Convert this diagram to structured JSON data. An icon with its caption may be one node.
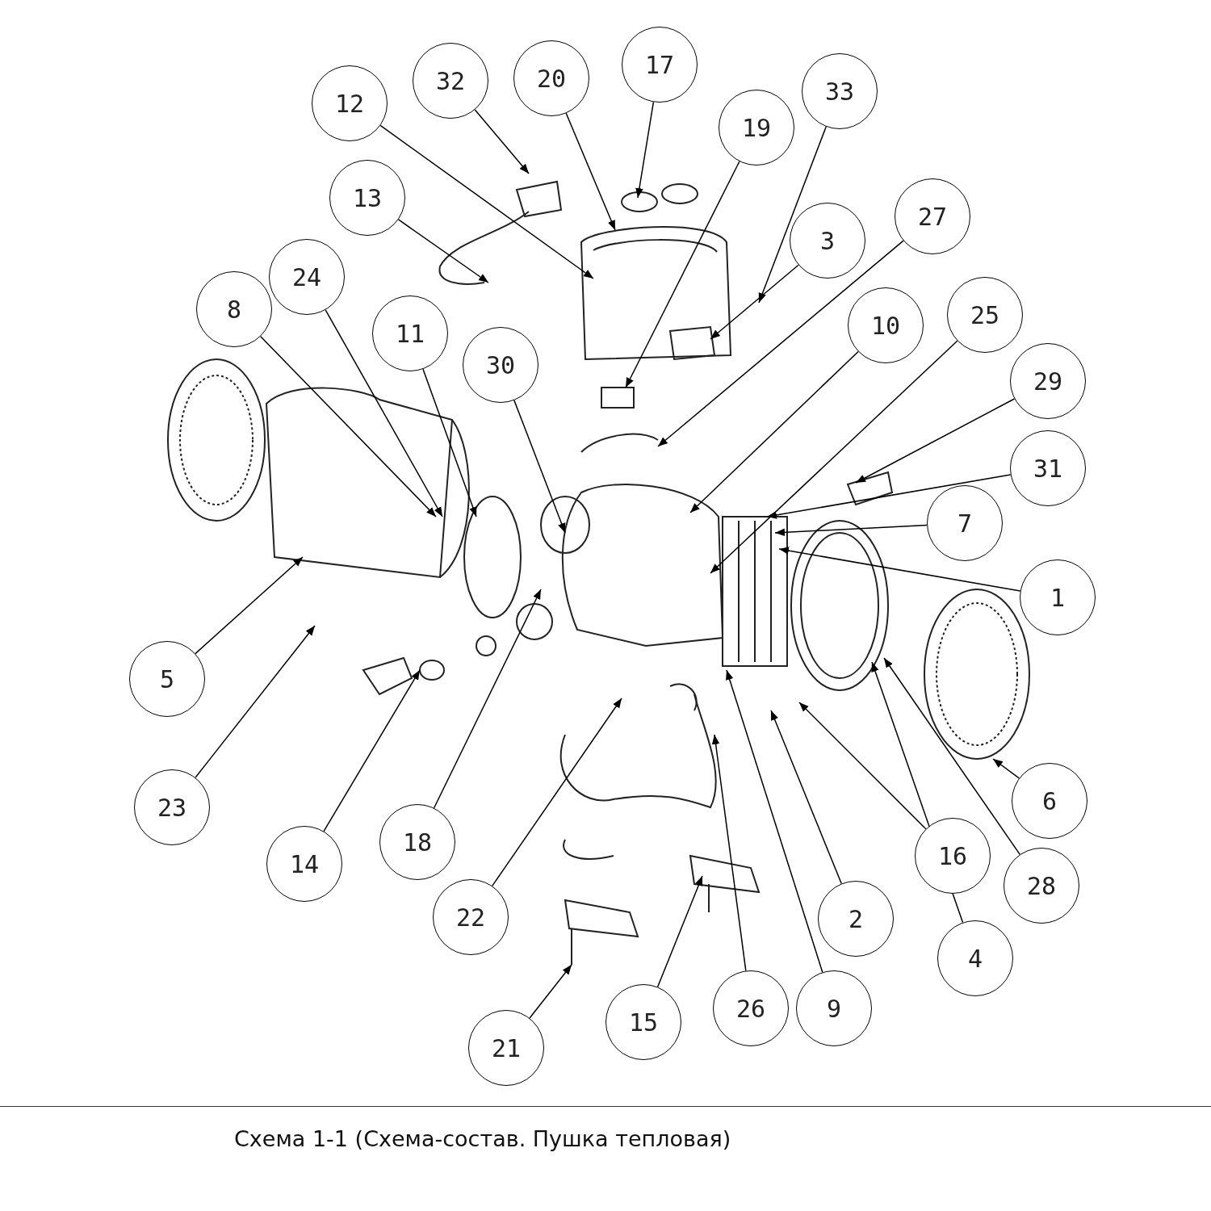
{
  "diagram": {
    "caption": "Схема 1-1 (Схема-состав. Пушка тепловая)",
    "nodes": [
      {
        "text": [
          "17"
        ]
      },
      {
        "text": [
          "20"
        ]
      },
      {
        "text": [
          "32"
        ]
      },
      {
        "text": [
          "33"
        ]
      },
      {
        "text": [
          "12"
        ]
      },
      {
        "text": [
          "19"
        ]
      },
      {
        "text": [
          "13"
        ]
      },
      {
        "text": [
          "27"
        ]
      },
      {
        "text": [
          "3"
        ]
      },
      {
        "text": [
          "24"
        ]
      },
      {
        "text": [
          "8"
        ]
      },
      {
        "text": [
          "25"
        ]
      },
      {
        "text": [
          "10"
        ]
      },
      {
        "text": [
          "11"
        ]
      },
      {
        "text": [
          "30"
        ]
      },
      {
        "text": [
          "29"
        ]
      },
      {
        "text": [
          "31"
        ]
      },
      {
        "text": [
          "7"
        ]
      },
      {
        "text": [
          "1"
        ]
      },
      {
        "text": [
          "5"
        ]
      },
      {
        "text": [
          "6"
        ]
      },
      {
        "text": [
          "23"
        ]
      },
      {
        "text": [
          "18"
        ]
      },
      {
        "text": [
          "16"
        ]
      },
      {
        "text": [
          "14"
        ]
      },
      {
        "text": [
          "28"
        ]
      },
      {
        "text": [
          "22"
        ]
      },
      {
        "text": [
          "2"
        ]
      },
      {
        "text": [
          "4"
        ]
      },
      {
        "text": [
          "26"
        ]
      },
      {
        "text": [
          "9"
        ]
      },
      {
        "text": [
          "15"
        ]
      },
      {
        "text": [
          "21"
        ]
      }
    ],
    "edges": [
      {
        "from": 0,
        "to": null,
        "arrow": "to"
      },
      {
        "from": 1,
        "to": null,
        "arrow": "to"
      },
      {
        "from": 2,
        "to": null,
        "arrow": "to"
      },
      {
        "from": 3,
        "to": null,
        "arrow": "to"
      },
      {
        "from": 4,
        "to": null,
        "arrow": "to"
      },
      {
        "from": 5,
        "to": null,
        "arrow": "to"
      },
      {
        "from": 6,
        "to": null,
        "arrow": "to"
      },
      {
        "from": 7,
        "to": null,
        "arrow": "to"
      },
      {
        "from": 8,
        "to": null,
        "arrow": "to"
      },
      {
        "from": 9,
        "to": null,
        "arrow": "to"
      },
      {
        "from": 10,
        "to": null,
        "arrow": "to"
      },
      {
        "from": 11,
        "to": null,
        "arrow": "to"
      },
      {
        "from": 12,
        "to": null,
        "arrow": "to"
      },
      {
        "from": 13,
        "to": null,
        "arrow": "to"
      },
      {
        "from": 14,
        "to": null,
        "arrow": "to"
      },
      {
        "from": 15,
        "to": null,
        "arrow": "to"
      },
      {
        "from": 16,
        "to": null,
        "arrow": "to"
      },
      {
        "from": 17,
        "to": null,
        "arrow": "to"
      },
      {
        "from": 18,
        "to": null,
        "arrow": "to"
      },
      {
        "from": 19,
        "to": null,
        "arrow": "to"
      },
      {
        "from": 20,
        "to": null,
        "arrow": "to"
      },
      {
        "from": 21,
        "to": null,
        "arrow": "to"
      },
      {
        "from": 22,
        "to": null,
        "arrow": "to"
      },
      {
        "from": 23,
        "to": null,
        "arrow": "to"
      },
      {
        "from": 24,
        "to": null,
        "arrow": "to"
      },
      {
        "from": 25,
        "to": null,
        "arrow": "to"
      },
      {
        "from": 26,
        "to": null,
        "arrow": "to"
      },
      {
        "from": 27,
        "to": null,
        "arrow": "to"
      },
      {
        "from": 28,
        "to": null,
        "arrow": "to"
      },
      {
        "from": 29,
        "to": null,
        "arrow": "to"
      },
      {
        "from": 30,
        "to": null,
        "arrow": "to"
      },
      {
        "from": 31,
        "to": null,
        "arrow": "to"
      },
      {
        "from": 32,
        "to": null,
        "arrow": "to"
      }
    ]
  }
}
